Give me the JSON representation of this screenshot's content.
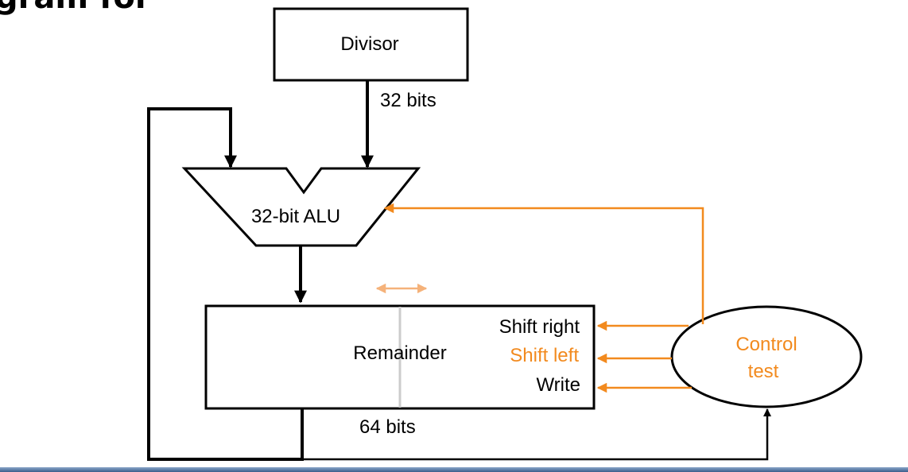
{
  "heading": "gram for",
  "divisor": {
    "label": "Divisor"
  },
  "alu": {
    "label": "32-bit ALU"
  },
  "remainder": {
    "label": "Remainder",
    "controls": {
      "shift_right": "Shift right",
      "shift_left": "Shift left",
      "write": "Write"
    }
  },
  "control": {
    "line1": "Control",
    "line2": "test"
  },
  "widths": {
    "divisor_bus": "32 bits",
    "remainder_bus": "64 bits"
  },
  "colors": {
    "control_signal": "#f28a1e",
    "shift_arrow": "#f5b27a",
    "stroke": "#000000",
    "footer_rule": "#3b5d8c"
  }
}
